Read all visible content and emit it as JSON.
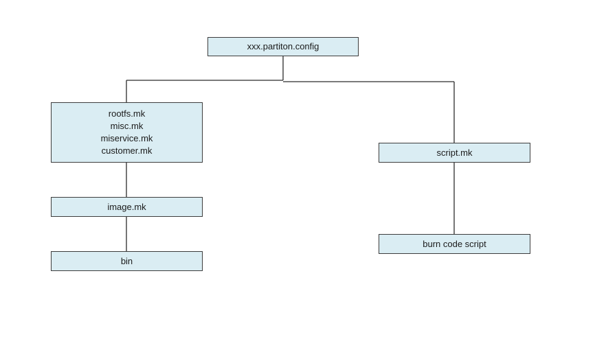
{
  "diagram": {
    "box_fill": "#daedf3",
    "line_color": "#2b2b2b",
    "root": {
      "label": "xxx.partiton.config"
    },
    "left_group": {
      "items": [
        "rootfs.mk",
        "misc.mk",
        "miservice.mk",
        "customer.mk"
      ]
    },
    "image": {
      "label": "image.mk"
    },
    "bin": {
      "label": "bin"
    },
    "script": {
      "label": "script.mk"
    },
    "burn": {
      "label": "burn code script"
    }
  }
}
